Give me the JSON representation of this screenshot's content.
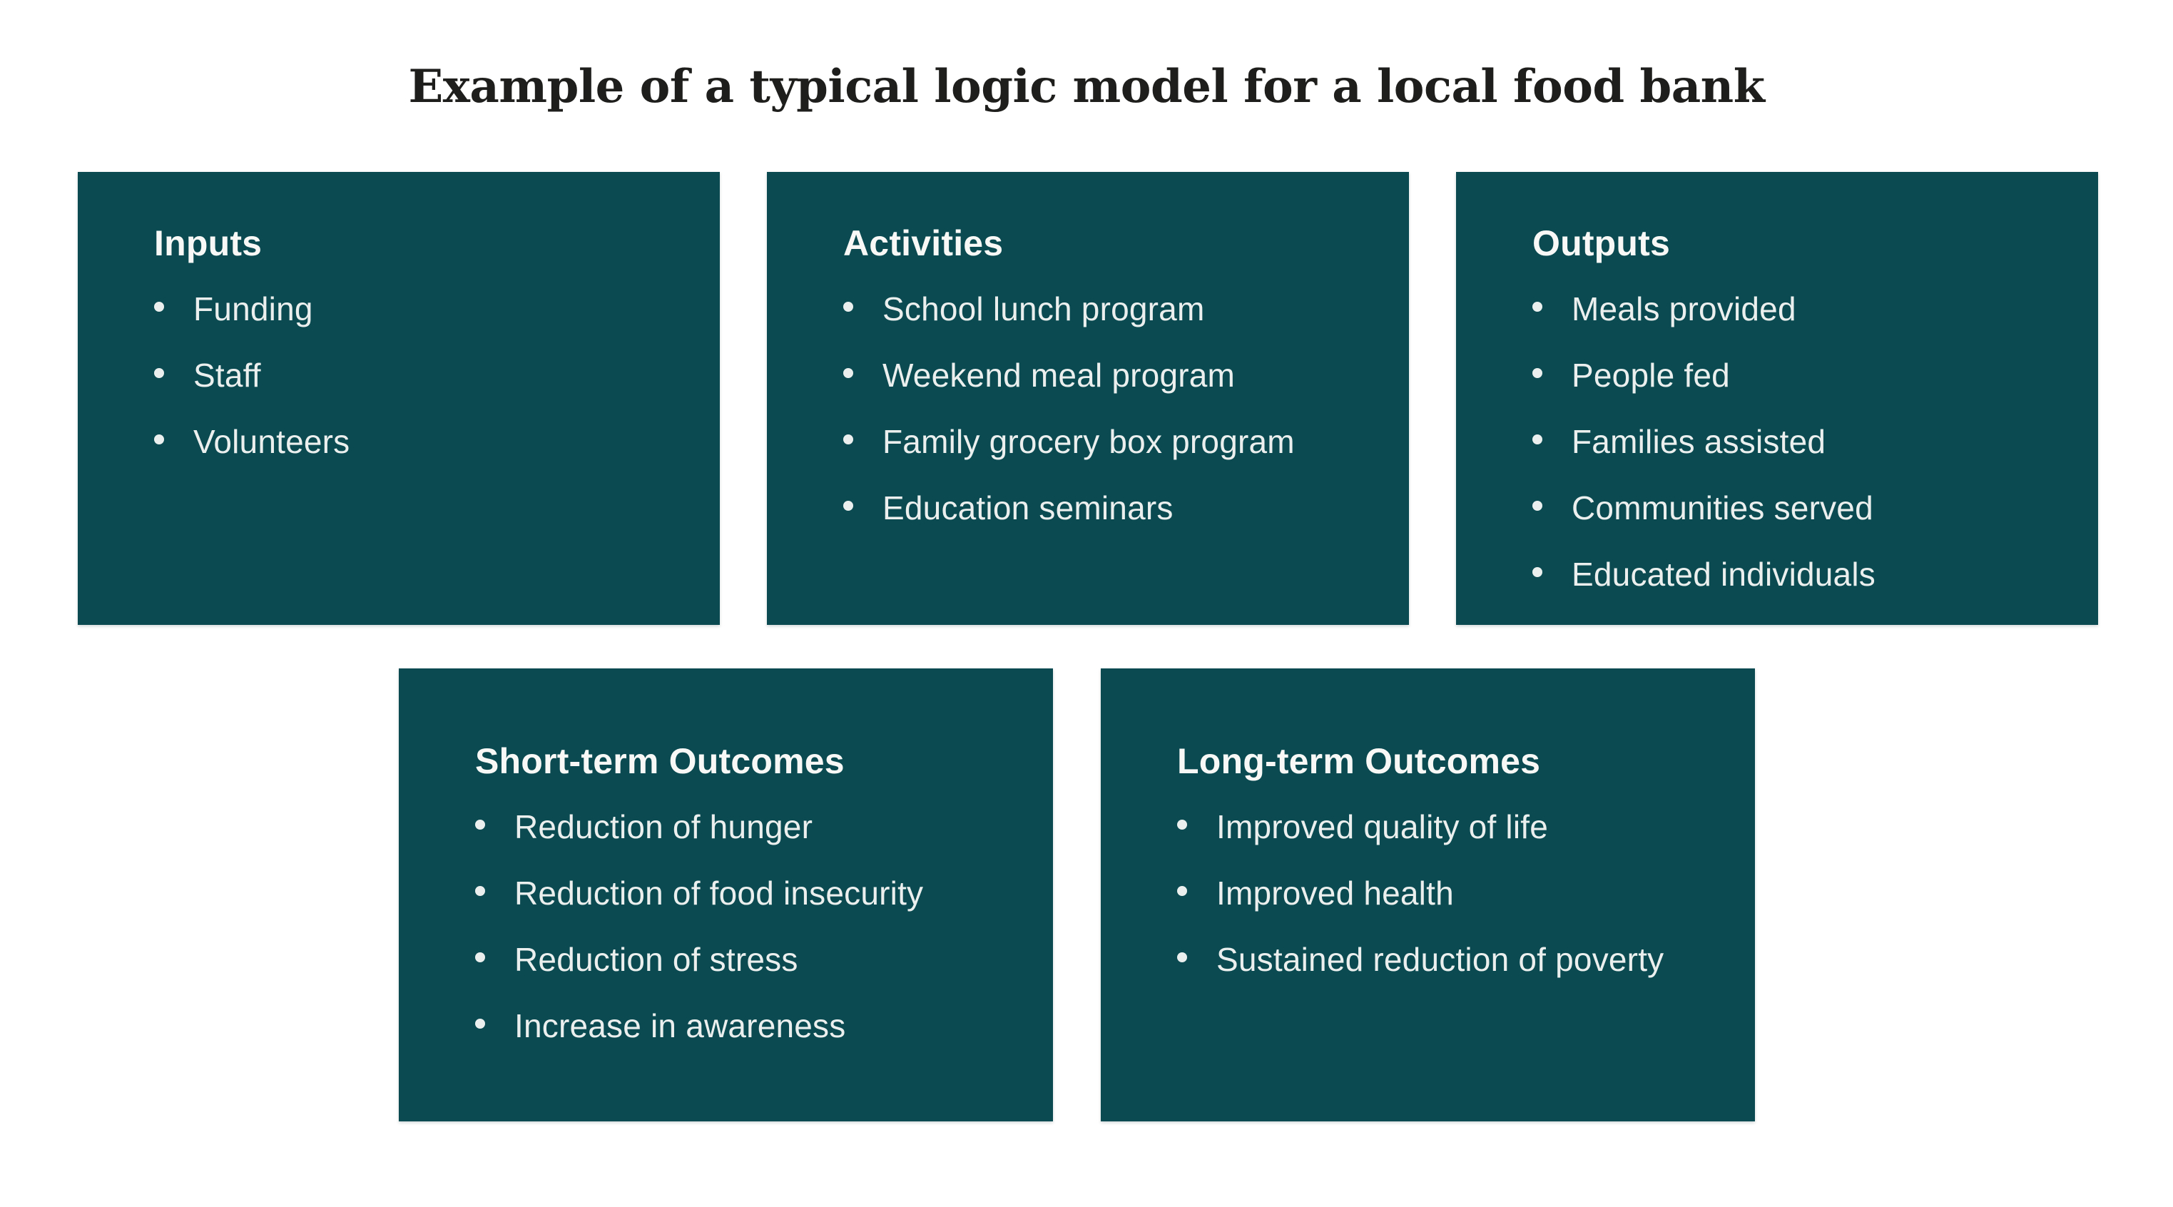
{
  "title": "Example of a typical logic model for a local food bank",
  "colors": {
    "box_bg": "#0a4a50",
    "heading_text": "#f8f9f7",
    "bullet_text": "#ebf0ef",
    "title_text": "#1e1e1c",
    "page_bg": "#ffffff"
  },
  "boxes": [
    {
      "heading": "Inputs",
      "items": [
        "Funding",
        "Staff",
        "Volunteers"
      ]
    },
    {
      "heading": "Activities",
      "items": [
        "School lunch program",
        "Weekend meal program",
        "Family grocery box program",
        "Education seminars"
      ]
    },
    {
      "heading": "Outputs",
      "items": [
        "Meals provided",
        "People fed",
        "Families assisted",
        "Communities served",
        "Educated individuals"
      ]
    },
    {
      "heading": "Short-term Outcomes",
      "items": [
        "Reduction of hunger",
        "Reduction of food insecurity",
        "Reduction of stress",
        "Increase in awareness"
      ]
    },
    {
      "heading": "Long-term Outcomes",
      "items": [
        "Improved quality of life",
        "Improved health",
        "Sustained reduction of poverty"
      ]
    }
  ]
}
